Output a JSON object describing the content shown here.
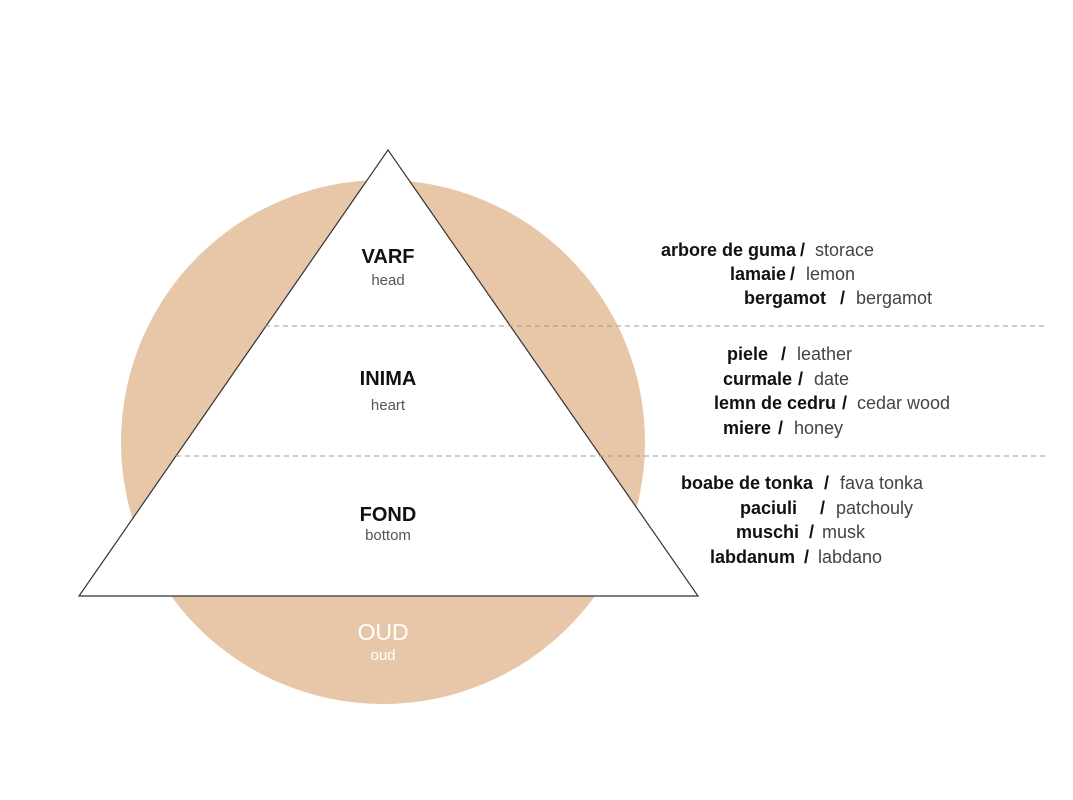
{
  "colors": {
    "circle": "#e8c6a8",
    "triangle_stroke": "#333333",
    "divider": "#999999",
    "base_text": "#ffffff"
  },
  "pyramid": {
    "head": {
      "title": "VARF",
      "subtitle": "head"
    },
    "heart": {
      "title": "INIMA",
      "subtitle": "heart"
    },
    "bottom": {
      "title": "FOND",
      "subtitle": "bottom"
    },
    "base": {
      "title": "OUD",
      "subtitle": "oud"
    }
  },
  "notes": {
    "head": [
      {
        "ro": "arbore de guma",
        "en": "storace"
      },
      {
        "ro": "lamaie",
        "en": "lemon"
      },
      {
        "ro": "bergamot",
        "en": "bergamot"
      }
    ],
    "heart": [
      {
        "ro": "piele",
        "en": "leather"
      },
      {
        "ro": "curmale",
        "en": "date"
      },
      {
        "ro": "lemn de cedru",
        "en": "cedar wood"
      },
      {
        "ro": "miere",
        "en": "honey"
      }
    ],
    "bottom": [
      {
        "ro": "boabe de tonka",
        "en": "fava tonka"
      },
      {
        "ro": "paciuli",
        "en": "patchouly"
      },
      {
        "ro": "muschi",
        "en": "musk"
      },
      {
        "ro": "labdanum",
        "en": "labdano"
      }
    ]
  }
}
